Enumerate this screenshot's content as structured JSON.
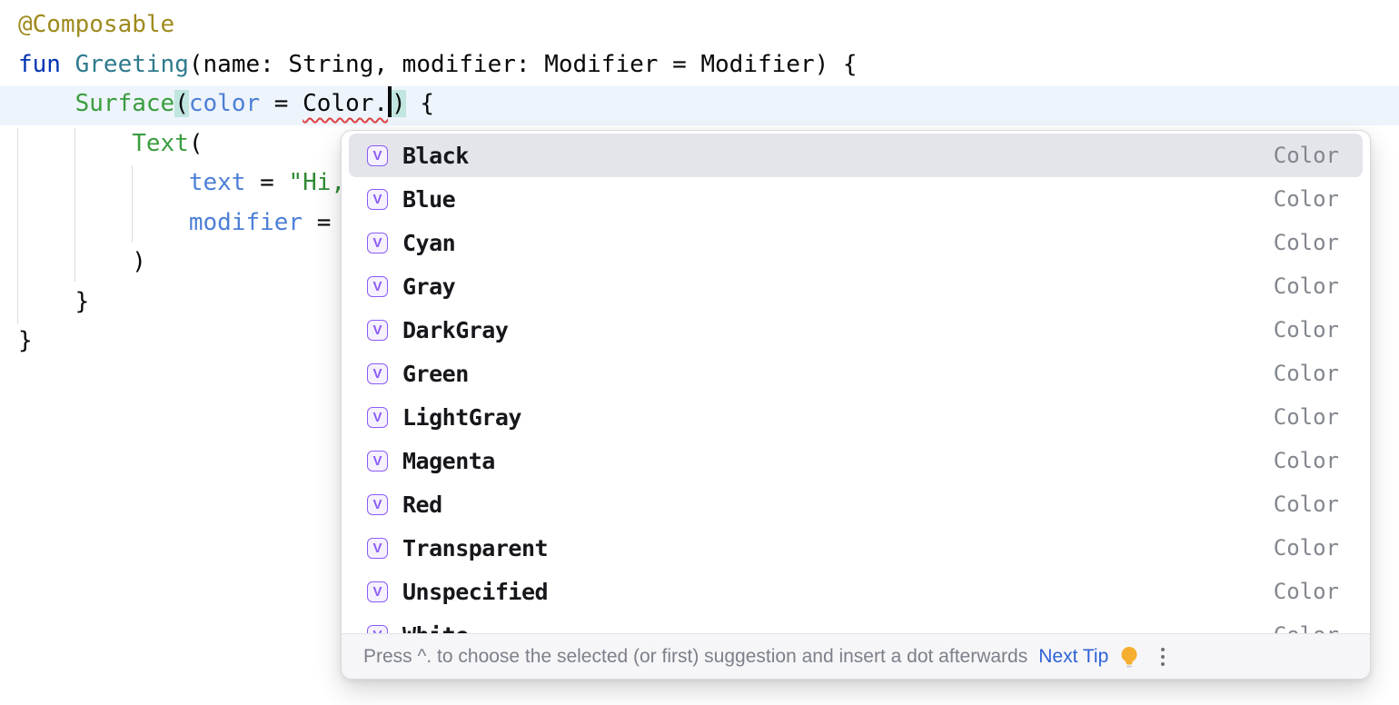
{
  "editor": {
    "language": "kotlin",
    "lines": [
      [
        {
          "t": "@Composable",
          "c": "annotation"
        }
      ],
      [
        {
          "t": "fun",
          "c": "keyword"
        },
        {
          "t": " ",
          "c": "plain"
        },
        {
          "t": "Greeting",
          "c": "fn-decl"
        },
        {
          "t": "(name: String, modifier: Modifier = Modifier) {",
          "c": "plain"
        }
      ],
      [
        {
          "t": "    ",
          "c": "plain"
        },
        {
          "t": "Surface",
          "c": "fn-call"
        },
        {
          "t": "(",
          "c": "brace"
        },
        {
          "t": "color",
          "c": "named-arg"
        },
        {
          "t": " = ",
          "c": "plain"
        },
        {
          "t": "Color.",
          "c": "error"
        },
        {
          "t": "",
          "c": "caret"
        },
        {
          "t": ")",
          "c": "brace"
        },
        {
          "t": " {",
          "c": "plain"
        }
      ],
      [
        {
          "t": "        ",
          "c": "plain"
        },
        {
          "t": "Text",
          "c": "fn-call"
        },
        {
          "t": "(",
          "c": "plain"
        }
      ],
      [
        {
          "t": "            ",
          "c": "plain"
        },
        {
          "t": "text",
          "c": "named-arg"
        },
        {
          "t": " = ",
          "c": "plain"
        },
        {
          "t": "\"Hi,",
          "c": "string"
        }
      ],
      [
        {
          "t": "            ",
          "c": "plain"
        },
        {
          "t": "modifier",
          "c": "named-arg"
        },
        {
          "t": " = ",
          "c": "plain"
        }
      ],
      [
        {
          "t": "        )",
          "c": "plain"
        }
      ],
      [
        {
          "t": "    }",
          "c": "plain"
        }
      ],
      [
        {
          "t": "}",
          "c": "plain"
        }
      ]
    ]
  },
  "popup": {
    "items": [
      {
        "icon_glyph": "V",
        "icon_name": "value-icon",
        "name": "Black",
        "type": "Color",
        "selected": true
      },
      {
        "icon_glyph": "V",
        "icon_name": "value-icon",
        "name": "Blue",
        "type": "Color",
        "selected": false
      },
      {
        "icon_glyph": "V",
        "icon_name": "value-icon",
        "name": "Cyan",
        "type": "Color",
        "selected": false
      },
      {
        "icon_glyph": "V",
        "icon_name": "value-icon",
        "name": "Gray",
        "type": "Color",
        "selected": false
      },
      {
        "icon_glyph": "V",
        "icon_name": "value-icon",
        "name": "DarkGray",
        "type": "Color",
        "selected": false
      },
      {
        "icon_glyph": "V",
        "icon_name": "value-icon",
        "name": "Green",
        "type": "Color",
        "selected": false
      },
      {
        "icon_glyph": "V",
        "icon_name": "value-icon",
        "name": "LightGray",
        "type": "Color",
        "selected": false
      },
      {
        "icon_glyph": "V",
        "icon_name": "value-icon",
        "name": "Magenta",
        "type": "Color",
        "selected": false
      },
      {
        "icon_glyph": "V",
        "icon_name": "value-icon",
        "name": "Red",
        "type": "Color",
        "selected": false
      },
      {
        "icon_glyph": "V",
        "icon_name": "value-icon",
        "name": "Transparent",
        "type": "Color",
        "selected": false
      },
      {
        "icon_glyph": "V",
        "icon_name": "value-icon",
        "name": "Unspecified",
        "type": "Color",
        "selected": false
      },
      {
        "icon_glyph": "V",
        "icon_name": "value-icon",
        "name": "White",
        "type": "Color",
        "selected": false
      }
    ],
    "hint": {
      "text": "Press ^. to choose the selected (or first) suggestion and insert a dot afterwards",
      "action_label": "Next Tip"
    }
  },
  "colors": {
    "annotation": "#9e8a1d",
    "keyword": "#0033b3",
    "function_declaration": "#2f7a8e",
    "function_call": "#3a9d3f",
    "named_argument": "#4d7fd6",
    "string": "#2f8a33",
    "error_squiggle": "#e04343",
    "brace_match_bg": "#c1e6e0",
    "current_line_bg": "#edf4fb",
    "selected_item_bg": "#e4e5ea",
    "icon_purple": "#8b5cf6",
    "type_text": "#82868e",
    "hint_text": "#7c808a",
    "link_blue": "#2e63d6",
    "lightbulb_yellow": "#f5ae2f"
  }
}
